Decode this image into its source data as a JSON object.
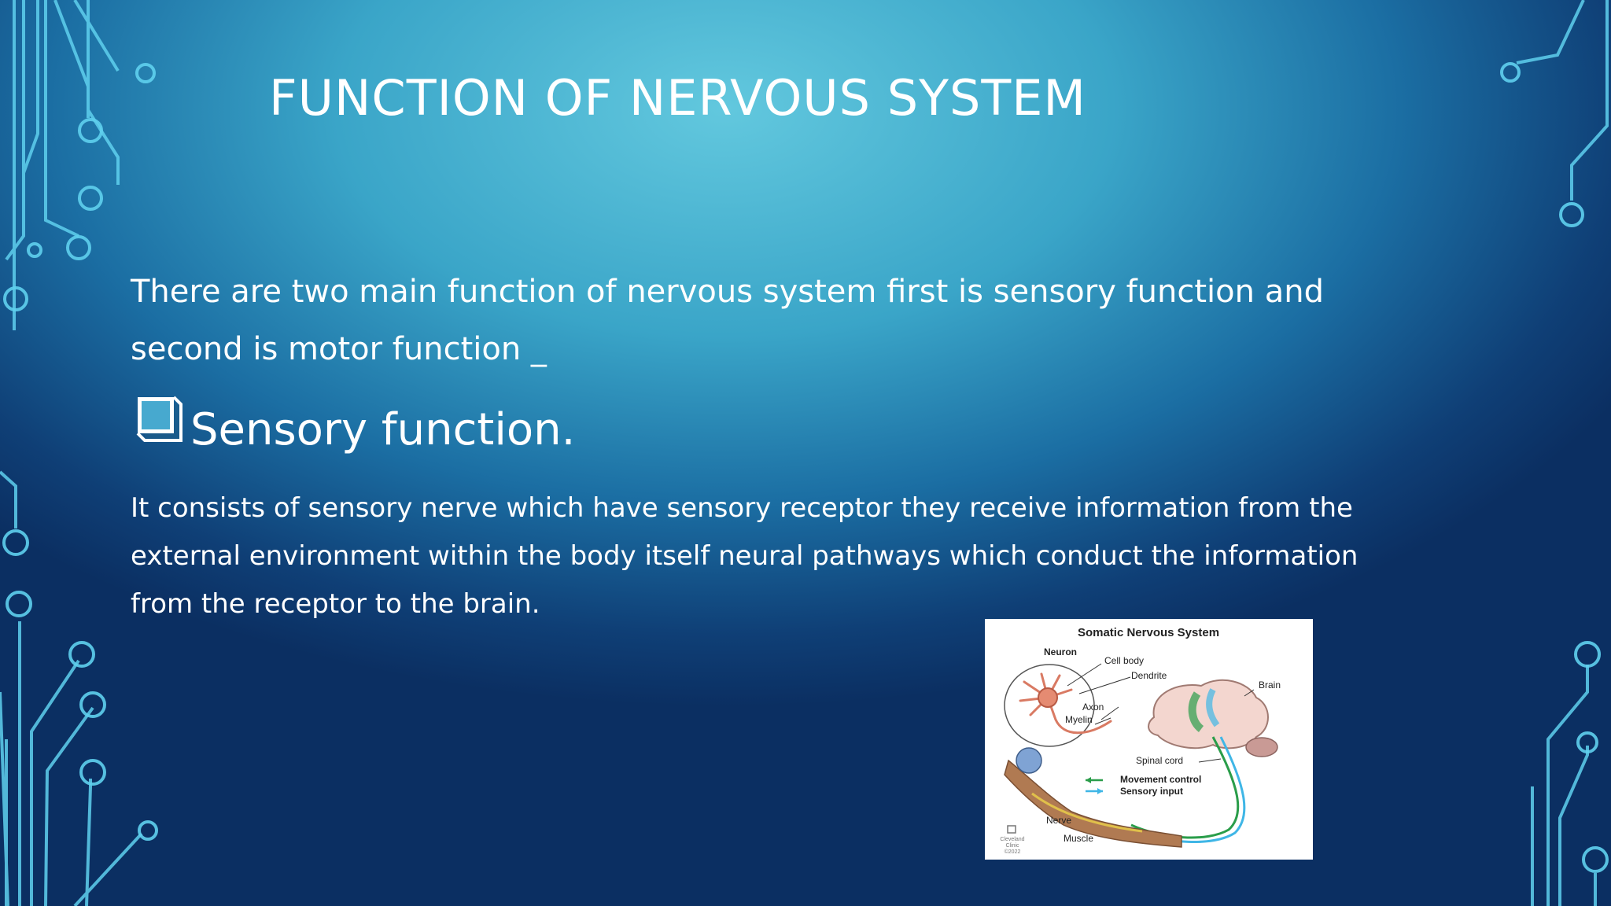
{
  "slide": {
    "title": "FUNCTION OF NERVOUS SYSTEM",
    "intro": "There are two main function of nervous system first is sensory function and second is motor function _",
    "subheading": "Sensory function.",
    "body": "It consists of sensory nerve which have sensory receptor they receive information from the external environment within the body itself neural pathways which conduct the information from the receptor to the brain."
  },
  "figure": {
    "title": "Somatic Nervous System",
    "labels": {
      "neuron": "Neuron",
      "cell_body": "Cell body",
      "dendrite": "Dendrite",
      "brain": "Brain",
      "axon": "Axon",
      "myelin": "Myelin",
      "spinal_cord": "Spinal cord",
      "movement_control": "Movement control",
      "sensory_input": "Sensory input",
      "nerve": "Nerve",
      "muscle": "Muscle"
    },
    "credit": {
      "line1": "Cleveland",
      "line2": "Clinic",
      "line3": "©2022"
    },
    "colors": {
      "movement_control": "#2a9d4a",
      "sensory_input": "#3fb6e6"
    }
  },
  "theme": {
    "accent": "#5fd0ee",
    "background_top": "#62c8de",
    "background_bottom": "#0b2f62"
  }
}
